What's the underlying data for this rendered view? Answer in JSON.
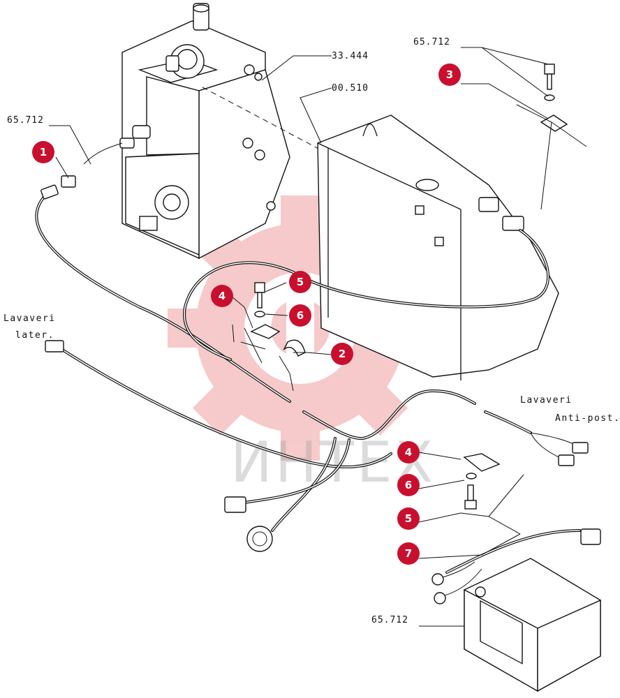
{
  "colors": {
    "callout": "#c8102e",
    "watermark": "#e8a0a0",
    "ink": "#111111"
  },
  "watermark": {
    "text": "ИНТЕХ",
    "icon": "gear-logo"
  },
  "refs": {
    "r1": "65.712",
    "r2": "33.444",
    "r3": "00.510",
    "r4": "65.712",
    "r5": "65.712"
  },
  "callouts": {
    "c1": "1",
    "c2": "2",
    "c3": "3",
    "c4a": "4",
    "c5a": "5",
    "c6a": "6",
    "c4b": "4",
    "c6b": "6",
    "c5b": "5",
    "c7": "7"
  },
  "labels": {
    "lateral_line1": "Lavaveri",
    "lateral_line2": "later.",
    "antipost_line1": "Lavaveri",
    "antipost_line2": "Anti-post."
  }
}
